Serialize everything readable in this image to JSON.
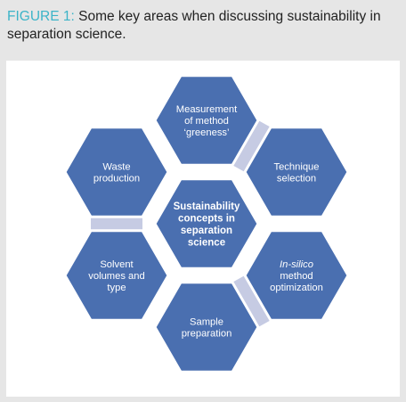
{
  "figure": {
    "label": "FIGURE 1:",
    "title": "Some key areas when discussing sustainability in separation science."
  },
  "colors": {
    "hex_fill": "#4a6fb0",
    "hex_stroke": "#ffffff",
    "connector": "#c6cbe3",
    "label_accent": "#3cb4c8"
  },
  "center": {
    "lines": [
      "Sustainability",
      "concepts in",
      "separation",
      "science"
    ]
  },
  "outer": [
    {
      "id": "measurement",
      "lines": [
        "Measurement",
        "of method",
        "‘greeness’"
      ]
    },
    {
      "id": "technique",
      "lines": [
        "Technique",
        "selection"
      ]
    },
    {
      "id": "insilico",
      "lines": [
        "In-silico",
        "method",
        "optimization"
      ]
    },
    {
      "id": "sample",
      "lines": [
        "Sample",
        "preparation"
      ]
    },
    {
      "id": "solvent",
      "lines": [
        "Solvent",
        "volumes and",
        "type"
      ]
    },
    {
      "id": "waste",
      "lines": [
        "Waste",
        "production"
      ]
    }
  ]
}
